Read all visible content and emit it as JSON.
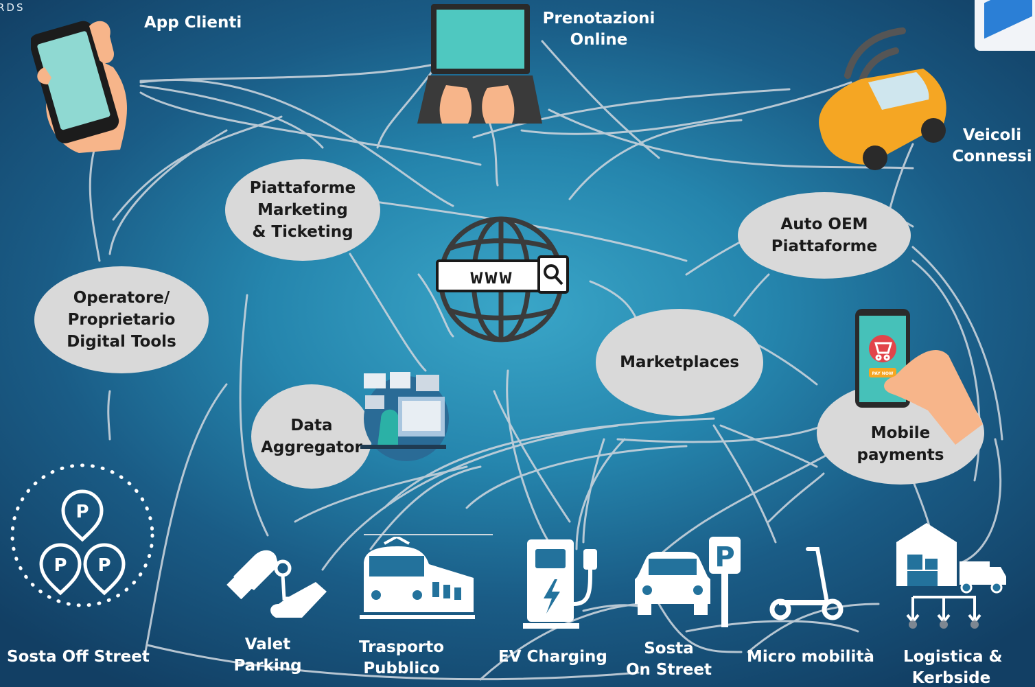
{
  "brand_fragment": "RDS",
  "corner_logo_icon": "app-logo-icon",
  "center": {
    "url_text": "www",
    "icons": [
      "globe-icon",
      "search-icon"
    ]
  },
  "labels": {
    "app_clienti": "App Clienti",
    "prenotazioni": [
      "Prenotazioni",
      "Online"
    ],
    "veicoli": [
      "Veicoli",
      "Connessi"
    ],
    "sosta_off": "Sosta Off Street",
    "valet": [
      "Valet",
      "Parking"
    ],
    "trasporto": [
      "Trasporto",
      "Pubblico"
    ],
    "ev": "EV Charging",
    "sosta_on": [
      "Sosta",
      "On Street"
    ],
    "micro": "Micro mobilità",
    "logistica": [
      "Logistica &",
      "Kerbside"
    ]
  },
  "bubbles": {
    "piattaforme": [
      "Piattaforme",
      "Marketing",
      "& Ticketing"
    ],
    "operatore": [
      "Operatore/",
      "Proprietario",
      "Digital Tools"
    ],
    "auto_oem": [
      "Auto OEM",
      "Piattaforme"
    ],
    "marketplaces": [
      "Marketplaces"
    ],
    "data_aggregator": [
      "Data",
      "Aggregator"
    ],
    "mobile_payments": [
      "Mobile",
      "payments"
    ]
  },
  "phone_screen": {
    "pay_now": "PAY NOW"
  },
  "icons": [
    "hand-phone-icon",
    "laptop-icon",
    "connected-car-icon",
    "parking-pins-icon",
    "valet-key-icon",
    "train-icon",
    "ev-charger-icon",
    "car-parking-sign-icon",
    "scooter-icon",
    "warehouse-truck-icon",
    "shopping-cart-icon",
    "analyst-workstation-icon"
  ],
  "colors": {
    "bubble": "#d9d9d9",
    "background_center": "#3aa6c8",
    "background_edge": "#123f64",
    "car": "#f5a623",
    "laptop_screen": "#4fc8c0"
  }
}
